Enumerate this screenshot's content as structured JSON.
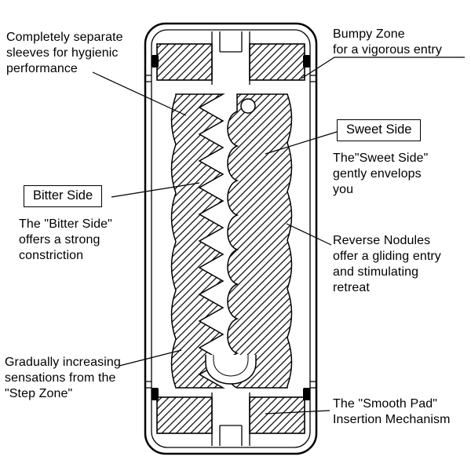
{
  "page": {
    "background_color": "#ffffff",
    "line_color": "#000000",
    "text_color": "#000000"
  },
  "diagram": {
    "name": "product cross-section diagram",
    "parts": {
      "outer_shell": "outer case",
      "top_cap": "top cap (hatched)",
      "bottom_cap": "bottom cap (hatched)",
      "left_sleeve": "bitter side sleeve (zigzag texture)",
      "right_sleeve": "sweet side sleeve (nodule texture)",
      "center_channel": "central channel",
      "smooth_pad": "smooth pad insertion funnel"
    }
  },
  "callouts": {
    "separate_sleeves": {
      "text": "Completely separate\nsleeves for hygienic\nperformance"
    },
    "bumpy_zone": {
      "text": "Bumpy Zone\nfor a vigorous entry"
    },
    "sweet_side": {
      "label": "Sweet Side",
      "text": "The\"Sweet Side\"\ngently envelops\nyou"
    },
    "bitter_side": {
      "label": "Bitter Side",
      "text": "The \"Bitter Side\"\noffers a strong\nconstriction"
    },
    "reverse_nodules": {
      "text": "Reverse Nodules\noffer a gliding entry\nand stimulating\nretreat"
    },
    "step_zone": {
      "text": "Gradually increasing\nsensations from the\n\"Step Zone\""
    },
    "smooth_pad": {
      "text": "The \"Smooth Pad\"\nInsertion Mechanism"
    }
  }
}
